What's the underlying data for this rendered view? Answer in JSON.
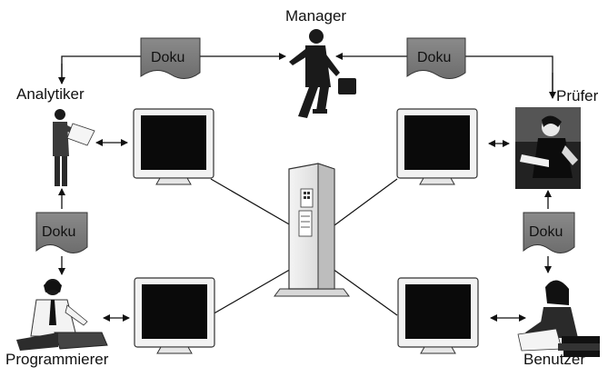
{
  "roles": {
    "manager": "Manager",
    "analyst": "Analytiker",
    "checker": "Prüfer",
    "programmer": "Programmierer",
    "user": "Benutzer"
  },
  "documents": {
    "doc_top_left": "Doku",
    "doc_top_right": "Doku",
    "doc_left": "Doku",
    "doc_right": "Doku"
  }
}
